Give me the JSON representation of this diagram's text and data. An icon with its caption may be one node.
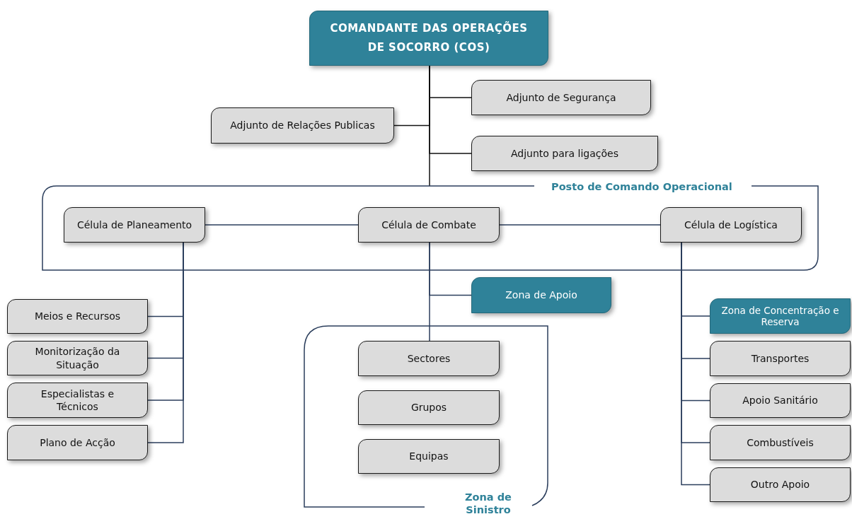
{
  "diagram": {
    "nodes": [
      {
        "text": [
          "COMANDANTE DAS OPERAÇÕES DE SOCORRO (COS)"
        ]
      },
      {
        "text": [
          "Adjunto de Segurança"
        ]
      },
      {
        "text": [
          "Adjunto de Relações Publicas"
        ]
      },
      {
        "text": [
          "Adjunto para ligações"
        ]
      },
      {
        "text": [
          "Posto de Comando Operacional"
        ]
      },
      {
        "text": [
          "Célula de Planeamento"
        ],
        "in": 4
      },
      {
        "text": [
          "Célula de Combate"
        ],
        "in": 4
      },
      {
        "text": [
          "Célula de Logística"
        ],
        "in": 4
      },
      {
        "text": [
          "Meios e Recursos"
        ]
      },
      {
        "text": [
          "Monitorização da Situação"
        ]
      },
      {
        "text": [
          "Especialistas e Técnicos"
        ]
      },
      {
        "text": [
          "Plano de Acção"
        ]
      },
      {
        "text": [
          "Zona de Apoio"
        ]
      },
      {
        "text": [
          "Zona de Sinistro"
        ]
      },
      {
        "text": [
          "Sectores"
        ],
        "in": 13
      },
      {
        "text": [
          "Grupos"
        ],
        "in": 13
      },
      {
        "text": [
          "Equipas"
        ],
        "in": 13
      },
      {
        "text": [
          "Zona de Concentração e Reserva"
        ]
      },
      {
        "text": [
          "Transportes"
        ]
      },
      {
        "text": [
          "Apoio Sanitário"
        ]
      },
      {
        "text": [
          "Combustíveis"
        ]
      },
      {
        "text": [
          "Outro Apoio"
        ]
      }
    ],
    "edges": [
      {
        "from": 0,
        "to": 1,
        "arrow": "none"
      },
      {
        "from": 0,
        "to": 2,
        "arrow": "none"
      },
      {
        "from": 0,
        "to": 3,
        "arrow": "none"
      },
      {
        "from": 0,
        "to": 4,
        "arrow": "none"
      },
      {
        "from": 5,
        "to": 6,
        "arrow": "none"
      },
      {
        "from": 6,
        "to": 7,
        "arrow": "none"
      },
      {
        "from": 5,
        "to": 8,
        "arrow": "none"
      },
      {
        "from": 5,
        "to": 9,
        "arrow": "none"
      },
      {
        "from": 5,
        "to": 10,
        "arrow": "none"
      },
      {
        "from": 5,
        "to": 11,
        "arrow": "none"
      },
      {
        "from": 6,
        "to": 12,
        "arrow": "none"
      },
      {
        "from": 6,
        "to": 14,
        "arrow": "none"
      },
      {
        "from": 7,
        "to": 17,
        "arrow": "none"
      },
      {
        "from": 7,
        "to": 18,
        "arrow": "none"
      },
      {
        "from": 7,
        "to": 19,
        "arrow": "none"
      },
      {
        "from": 7,
        "to": 20,
        "arrow": "none"
      },
      {
        "from": 7,
        "to": 21,
        "arrow": "none"
      }
    ]
  }
}
